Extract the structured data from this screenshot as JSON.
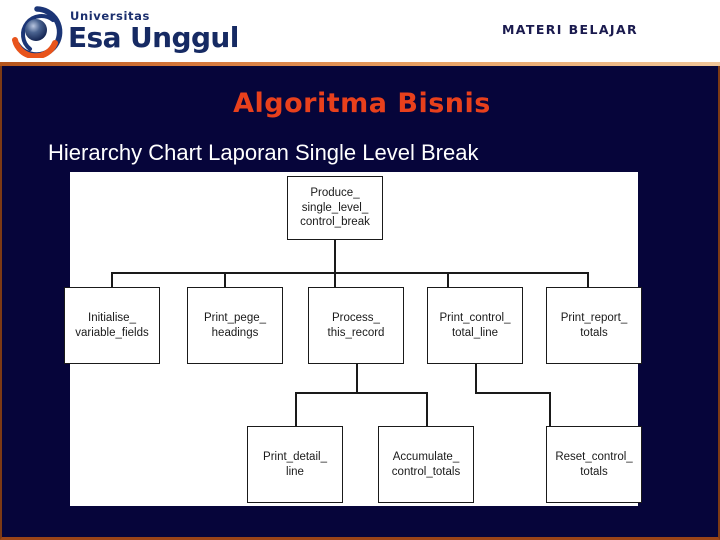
{
  "header": {
    "logo": {
      "icon": "esa-unggul-emblem-icon",
      "line1": "Universitas",
      "line2": "Esa Unggul"
    },
    "title": "MATERI BELAJAR"
  },
  "slide": {
    "title": "Algoritma Bisnis",
    "subtitle": "Hierarchy Chart Laporan Single Level Break"
  },
  "colors": {
    "background_navy": "#06053a",
    "title_orange": "#e8401c",
    "header_rule": "#b4551c",
    "logo_blue": "#162a63",
    "panel_white": "#ffffff",
    "node_border": "#1a1a1a"
  },
  "chart_data": {
    "type": "diagram",
    "title": "Hierarchy Chart Laporan Single Level Break",
    "levels": [
      {
        "level": 0,
        "nodes": [
          {
            "id": "n0",
            "label": "Produce_\nsingle_level_\ncontrol_break"
          }
        ]
      },
      {
        "level": 1,
        "nodes": [
          {
            "id": "n1",
            "label": "Initialise_\nvariable_fields"
          },
          {
            "id": "n2",
            "label": "Print_pege_\nheadings"
          },
          {
            "id": "n3",
            "label": "Process_\nthis_record"
          },
          {
            "id": "n4",
            "label": "Print_control_\ntotal_line"
          },
          {
            "id": "n5",
            "label": "Print_report_\ntotals"
          }
        ]
      },
      {
        "level": 2,
        "nodes": [
          {
            "id": "n6",
            "label": "Print_detail_\nline"
          },
          {
            "id": "n7",
            "label": "Accumulate_\ncontrol_totals"
          },
          {
            "id": "n8",
            "label": "Reset_control_\ntotals"
          }
        ]
      }
    ],
    "edges": [
      {
        "from": "n0",
        "to": "n1"
      },
      {
        "from": "n0",
        "to": "n2"
      },
      {
        "from": "n0",
        "to": "n3"
      },
      {
        "from": "n0",
        "to": "n4"
      },
      {
        "from": "n0",
        "to": "n5"
      },
      {
        "from": "n3",
        "to": "n6"
      },
      {
        "from": "n3",
        "to": "n7"
      },
      {
        "from": "n4",
        "to": "n8"
      }
    ]
  }
}
